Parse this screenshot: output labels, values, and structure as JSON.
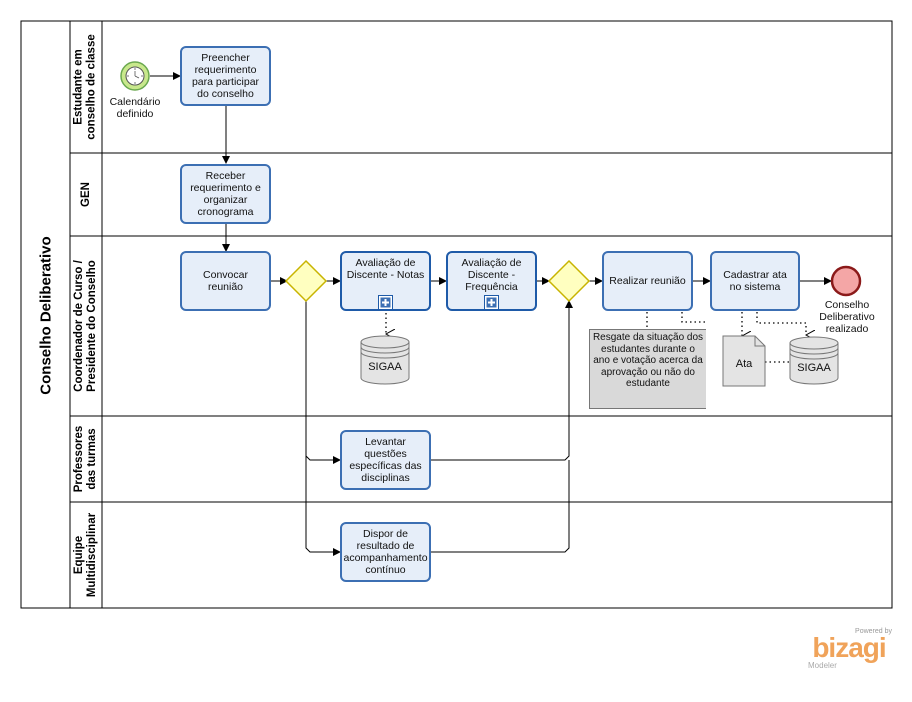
{
  "pool": {
    "title": "Conselho Deliberativo"
  },
  "lanes": [
    {
      "id": "estudante",
      "label": "Estudante em\nconselho de classe"
    },
    {
      "id": "gen",
      "label": "GEN"
    },
    {
      "id": "coordenador",
      "label": "Coordenador de Curso /\nPresidente do Conselho"
    },
    {
      "id": "professores",
      "label": "Professores\ndas turmas"
    },
    {
      "id": "equipe",
      "label": "Equipe\nMultidisciplinar"
    }
  ],
  "events": {
    "start": {
      "label": "Calendário definido"
    },
    "end": {
      "label": "Conselho Deliberativo realizado"
    }
  },
  "tasks": {
    "preencher": "Preencher requerimento para participar do conselho",
    "receber": "Receber requerimento e organizar cronograma",
    "convocar": "Convocar reunião",
    "avaliacao_notas": "Avaliação de Discente - Notas",
    "avaliacao_frequencia": "Avaliação de Discente - Frequência",
    "realizar": "Realizar reunião",
    "cadastrar": "Cadastrar ata no sistema",
    "levantar": "Levantar questões específicas das disciplinas",
    "dispor": "Dispor de resultado de acompanhamento contínuo"
  },
  "data_stores": {
    "sigaa_1": "SIGAA",
    "sigaa_2": "SIGAA"
  },
  "data_objects": {
    "ata": "Ata"
  },
  "annotation": "Resgate da situação dos estudantes durante o ano e votação acerca da aprovação ou não do estudante",
  "branding": {
    "powered_by": "Powered by",
    "name": "bizagi",
    "product": "Modeler"
  },
  "colors": {
    "task_fill": "#e6eef9",
    "task_border": "#3c6fb3",
    "gateway_fill": "#ffffc0",
    "gateway_border": "#c8b400",
    "start_fill": "#c8e88c",
    "start_border": "#6aa84f",
    "end_fill": "#f4a6a6",
    "end_border": "#8b1a1a",
    "annotation_fill": "#d9d9d9",
    "logo": "#f0a35a"
  }
}
